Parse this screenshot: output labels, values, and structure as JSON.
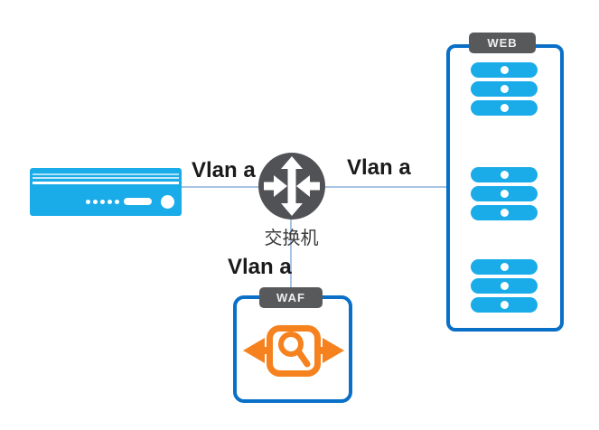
{
  "diagram": {
    "nodes": {
      "appliance": {
        "kind": "network-appliance"
      },
      "switch": {
        "label": "交换机"
      },
      "web_group": {
        "tag": "WEB",
        "stacks": [
          3,
          3,
          3
        ]
      },
      "waf": {
        "tag": "WAF"
      }
    },
    "links": {
      "appliance_switch": {
        "label": "Vlan a"
      },
      "switch_web": {
        "label": "Vlan a"
      },
      "switch_waf": {
        "label": "Vlan a"
      }
    }
  },
  "colors": {
    "device_blue": "#19ace9",
    "border_blue": "#0a70c7",
    "node_gray": "#515256",
    "tab_gray": "#58595b",
    "waf_orange": "#f5821f",
    "link_blue": "#a8c4e4",
    "text_dark": "#1a1a1a"
  }
}
